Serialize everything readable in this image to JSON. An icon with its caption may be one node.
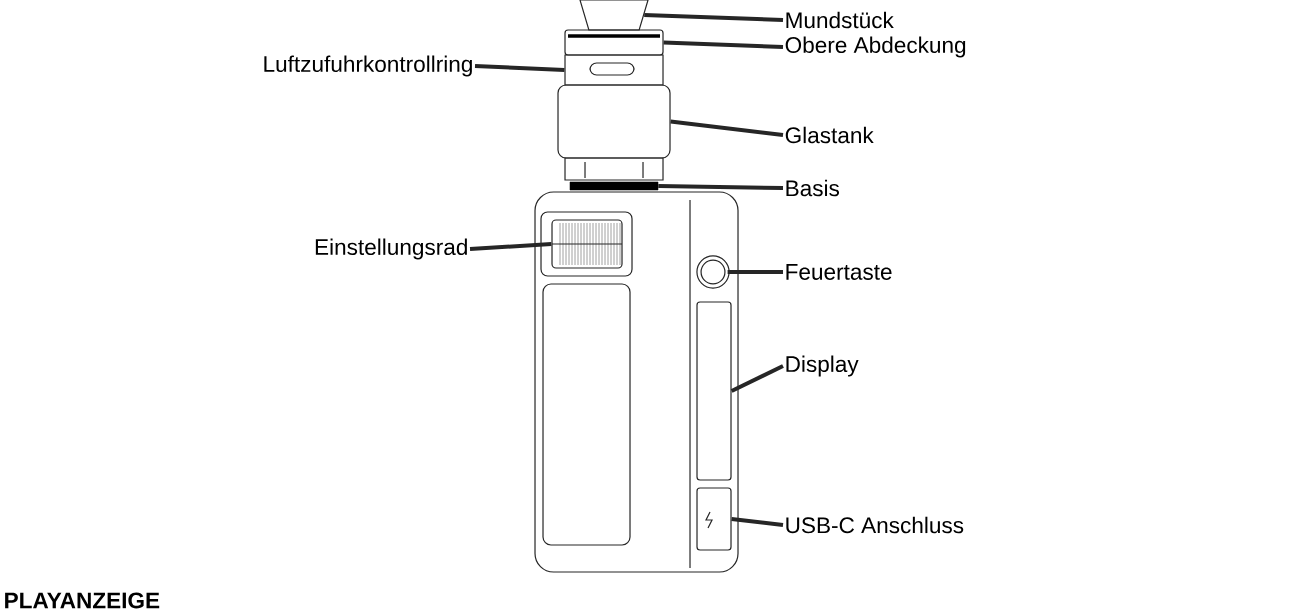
{
  "diagram": {
    "nodes": [
      {
        "text": [
          "Mundstück"
        ]
      },
      {
        "text": [
          "Obere Abdeckung"
        ]
      },
      {
        "text": [
          "Luftzufuhrkontrollring"
        ]
      },
      {
        "text": [
          "Glastank"
        ]
      },
      {
        "text": [
          "Basis"
        ]
      },
      {
        "text": [
          "Einstellungsrad"
        ]
      },
      {
        "text": [
          "Feuertaste"
        ]
      },
      {
        "text": [
          "Display"
        ]
      },
      {
        "text": [
          "USB-C Anschluss"
        ]
      },
      {
        "text": [],
        "shape": "trapezium"
      },
      {
        "text": [],
        "shape": "box"
      },
      {
        "text": [],
        "shape": "box"
      },
      {
        "text": [],
        "shape": "box"
      },
      {
        "text": [],
        "shape": "bar"
      },
      {
        "text": [],
        "shape": "box"
      },
      {
        "text": [],
        "shape": "circle"
      },
      {
        "text": [],
        "shape": "box"
      },
      {
        "text": [],
        "shape": "box"
      }
    ],
    "edges": [
      {
        "from": 0,
        "to": 9,
        "arrow": "none"
      },
      {
        "from": 1,
        "to": 10,
        "arrow": "none"
      },
      {
        "from": 2,
        "to": 11,
        "arrow": "none"
      },
      {
        "from": 3,
        "to": 12,
        "arrow": "none"
      },
      {
        "from": 4,
        "to": 13,
        "arrow": "none"
      },
      {
        "from": 5,
        "to": 14,
        "arrow": "none"
      },
      {
        "from": 6,
        "to": 15,
        "arrow": "none"
      },
      {
        "from": 7,
        "to": 16,
        "arrow": "none"
      },
      {
        "from": 8,
        "to": 17,
        "arrow": "none"
      }
    ],
    "labels": [
      "PLAYANZEIGE"
    ]
  }
}
